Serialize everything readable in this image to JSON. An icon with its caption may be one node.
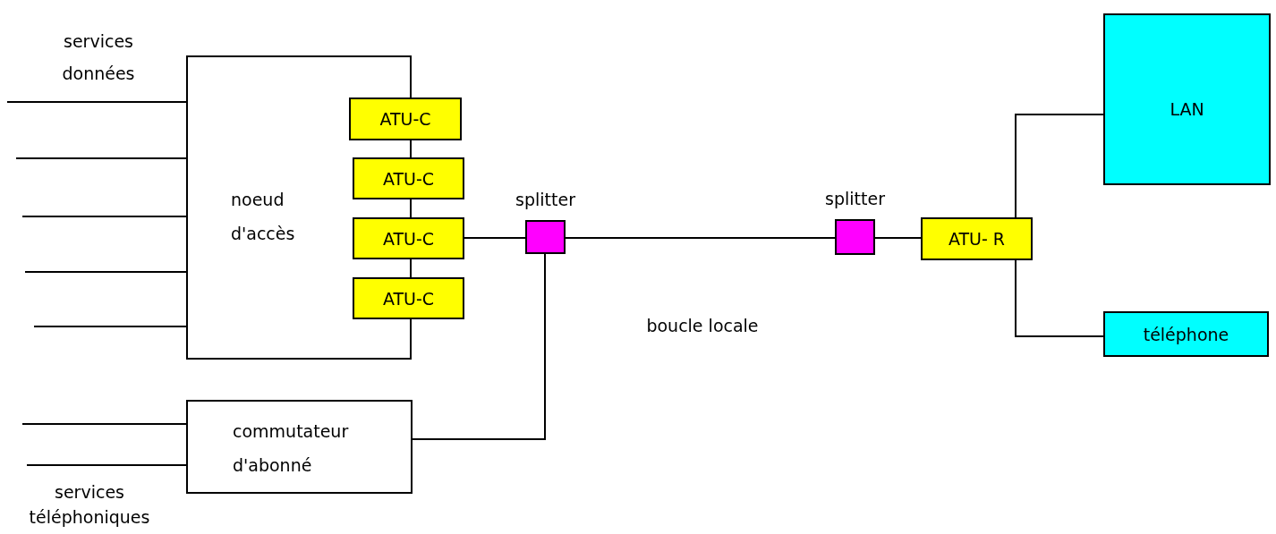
{
  "diagram": {
    "nodes": [
      {
        "text": [
          "noeud d'accès"
        ]
      },
      {
        "text": [
          "ATU-C"
        ]
      },
      {
        "text": [
          "ATU-C"
        ]
      },
      {
        "text": [
          "ATU-C"
        ]
      },
      {
        "text": [
          "ATU-C"
        ]
      },
      {
        "text": [],
        "shape": "box",
        "beside": [
          "splitter"
        ]
      },
      {
        "text": [],
        "shape": "box",
        "beside": [
          "splitter"
        ]
      },
      {
        "text": [
          "ATU- R"
        ]
      },
      {
        "text": [
          "LAN"
        ]
      },
      {
        "text": [
          "téléphone"
        ]
      },
      {
        "text": [
          "commutateur d'abonné"
        ]
      }
    ],
    "edges": [
      {
        "from": null,
        "to": 0,
        "arrow": "none"
      },
      {
        "from": null,
        "to": 0,
        "arrow": "none"
      },
      {
        "from": null,
        "to": 0,
        "arrow": "none"
      },
      {
        "from": null,
        "to": 0,
        "arrow": "none"
      },
      {
        "from": null,
        "to": 0,
        "arrow": "none"
      },
      {
        "from": 3,
        "to": 5,
        "arrow": "none"
      },
      {
        "from": 5,
        "to": 6,
        "arrow": "none"
      },
      {
        "from": 6,
        "to": 7,
        "arrow": "none"
      },
      {
        "from": 7,
        "to": 8,
        "arrow": "none"
      },
      {
        "from": 7,
        "to": 9,
        "arrow": "none"
      },
      {
        "from": 5,
        "to": 10,
        "arrow": "none"
      },
      {
        "from": null,
        "to": 10,
        "arrow": "none"
      },
      {
        "from": null,
        "to": 10,
        "arrow": "none"
      }
    ],
    "labels": [
      "services données",
      "boucle locale",
      "services téléphoniques"
    ]
  }
}
